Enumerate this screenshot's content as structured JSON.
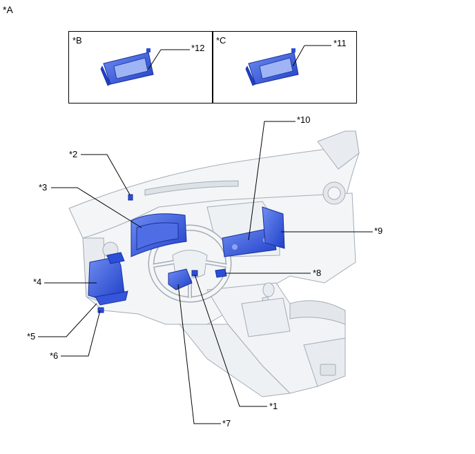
{
  "view_label": "*A",
  "insets": [
    {
      "label": "*B",
      "callout": "*12"
    },
    {
      "label": "*C",
      "callout": "*11"
    }
  ],
  "callouts": [
    "*1",
    "*2",
    "*3",
    "*4",
    "*5",
    "*6",
    "*7",
    "*8",
    "*9",
    "*10"
  ],
  "colors": {
    "highlight": "#2b4fd8",
    "highlight_light": "#6f8df0",
    "line": "#9aa3ad",
    "fill": "#f2f4f6"
  }
}
